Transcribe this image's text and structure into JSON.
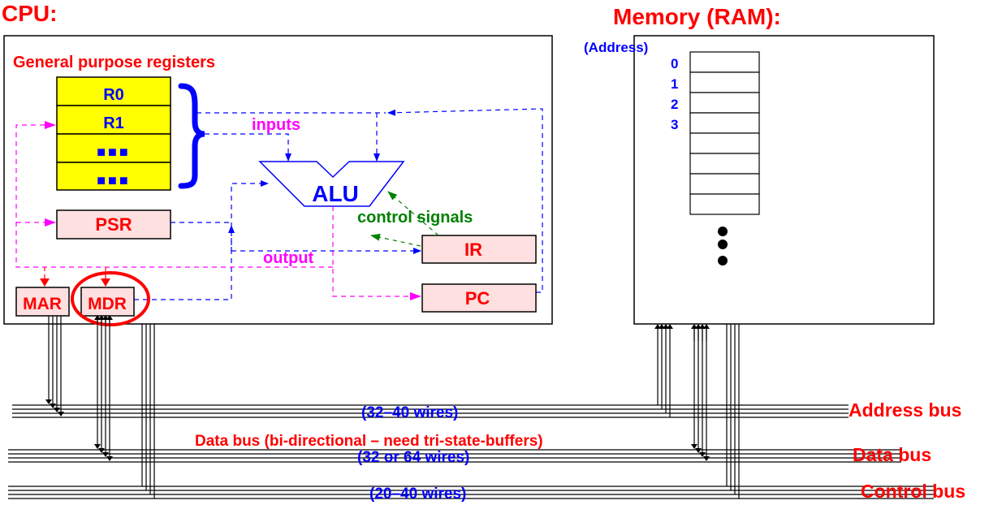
{
  "diagram": {
    "cpu": {
      "title": "CPU:",
      "gpr_label": "General purpose registers",
      "registers": [
        {
          "label": "R0"
        },
        {
          "label": "R1"
        },
        {
          "label": "■■■"
        },
        {
          "label": "■■■"
        }
      ],
      "psr": "PSR",
      "alu": "ALU",
      "ir": "IR",
      "pc": "PC",
      "mar": "MAR",
      "mdr": "MDR",
      "inputs_label": "inputs",
      "output_label": "output",
      "control_signals_label": "control signals"
    },
    "memory": {
      "title": "Memory (RAM):",
      "address_label": "(Address)",
      "addresses": [
        "0",
        "1",
        "2",
        "3"
      ],
      "cell_count": 8,
      "ellipsis_dots": 3
    },
    "buses": {
      "address": {
        "name": "Address bus",
        "wires": "(32–40 wires)"
      },
      "data": {
        "name": "Data bus",
        "wires": "(32 or 64 wires)",
        "note": "Data bus (bi-directional – need tri-state-buffers)"
      },
      "control": {
        "name": "Control bus",
        "wires": "(20–40 wires)"
      }
    },
    "colors": {
      "title": "#ff0000",
      "register_fill": "#ffff00",
      "special_register_fill": "#ffe0e0",
      "data_path": "#0000ff",
      "result_path": "#ff00ff",
      "control_path": "#008000",
      "highlight": "#ff0000"
    }
  }
}
